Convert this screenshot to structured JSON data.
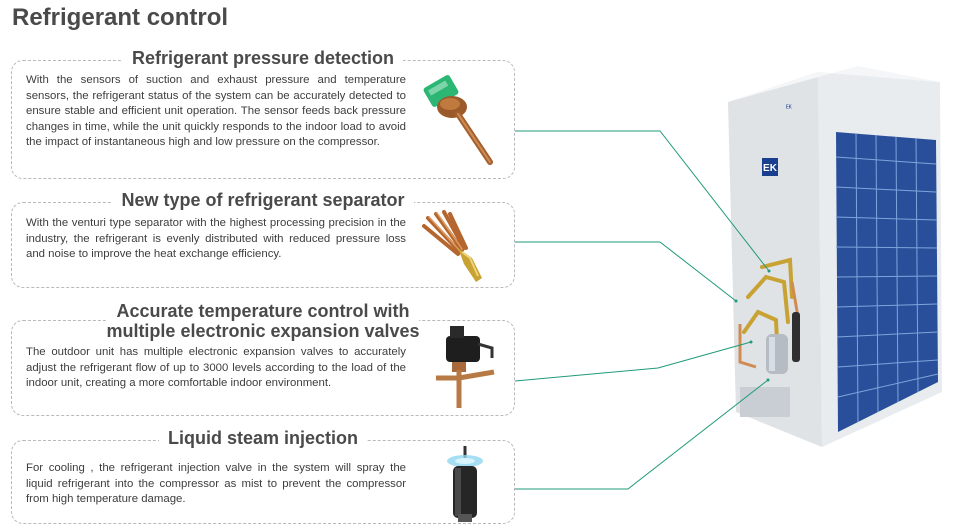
{
  "page": {
    "title": "Refrigerant control"
  },
  "features": [
    {
      "title": "Refrigerant pressure detection",
      "text": "With the sensors of suction and exhaust pressure and temperature sensors, the refrigerant status of the system can be accurately detected to ensure stable and efficient unit  operation. The sensor feeds back pressure changes in time, while the unit quickly responds to the indoor load to avoid the impact of instantaneous high and low pressure on the compressor.",
      "icon": "pressure-sensor-icon"
    },
    {
      "title": "New type of refrigerant separator",
      "text": "With the venturi type separator with the highest processing precision in the industry, the refrigerant is evenly distributed with reduced pressure loss and noise to improve the heat exchange efficiency.",
      "icon": "refrigerant-separator-icon"
    },
    {
      "title_line1": "Accurate temperature control with",
      "title_line2": "multiple electronic expansion valves",
      "text": "The outdoor unit has multiple electronic expansion valves to accurately adjust the refrigerant flow of up to 3000 levels according to the load of the indoor unit, creating a more comfortable indoor environment.",
      "icon": "expansion-valve-icon"
    },
    {
      "title": "Liquid steam injection",
      "text": "For cooling , the refrigerant injection valve in the system will spray the liquid refrigerant into the compressor as mist to prevent the compressor from high temperature damage.",
      "icon": "injection-valve-icon"
    }
  ],
  "unit": {
    "logo": "EK",
    "badge": "ᴱᴷ",
    "colors": {
      "accent": "#1f9a7a",
      "panel": "#2a4f9a",
      "brand": "#1b3f8f"
    }
  }
}
